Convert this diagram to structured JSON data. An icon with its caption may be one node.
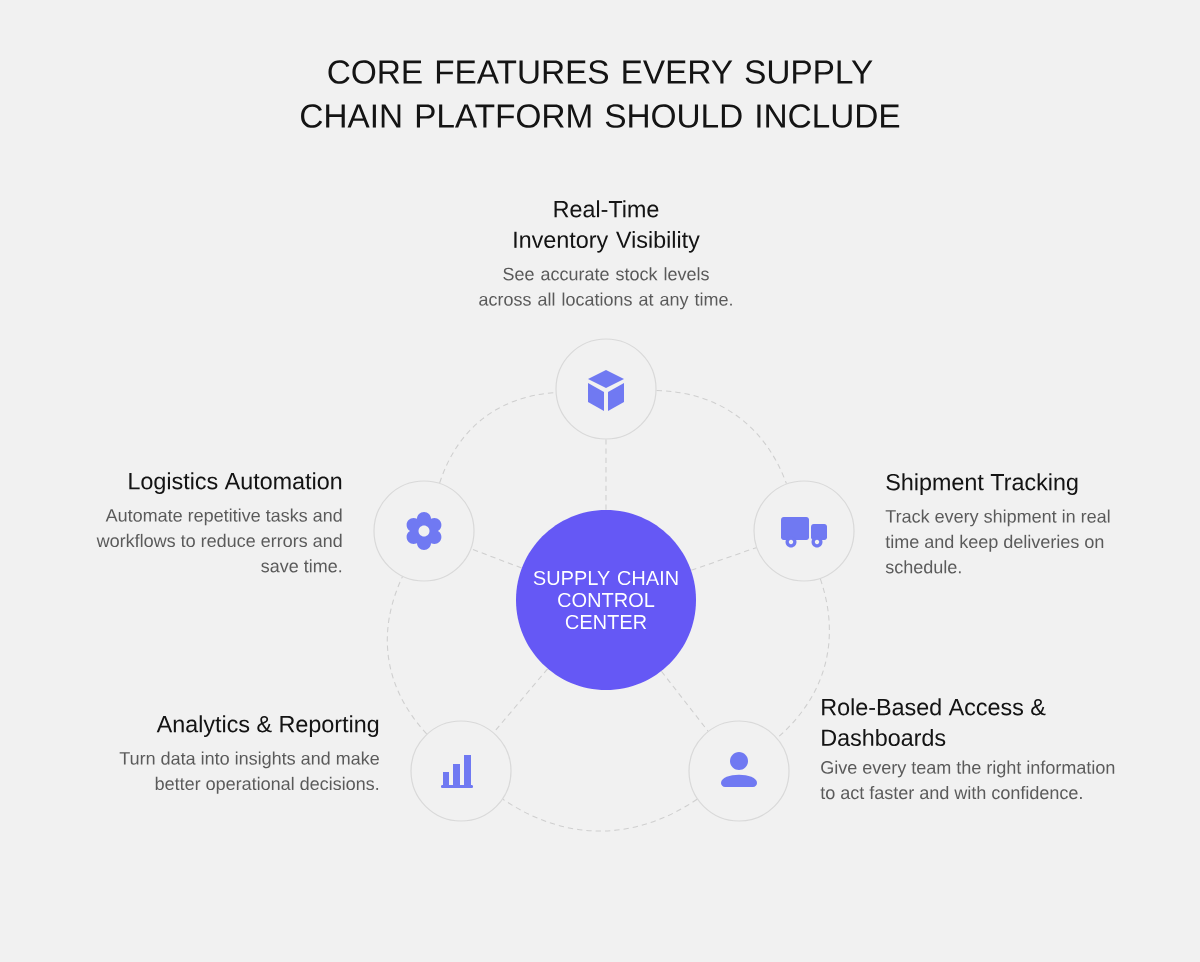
{
  "diagram": {
    "title": "CORE FEATURES EVERY SUPPLY CHAIN PLATFORM SHOULD INCLUDE",
    "nodes": [
      {
        "text": [
          "Real-Time Inventory Visibility",
          "See accurate stock levels across all locations at any time."
        ]
      },
      {
        "text": [
          "Logistics Automation",
          "Automate repetitive tasks and workflows to reduce errors and save time."
        ]
      },
      {
        "text": [
          "Shipment Tracking",
          "Track every shipment in real time and keep deliveries on schedule."
        ]
      },
      {
        "text": [
          "SUPPLY CHAIN CONTROL CENTER"
        ]
      },
      {
        "text": [
          "Analytics & Reporting",
          "Turn data into insights and make better operational decisions."
        ]
      },
      {
        "text": [
          "Role-Based Access & Dashboards",
          "Give every team the right information to act faster and with confidence."
        ]
      }
    ],
    "edges": [
      {
        "from": 3,
        "to": 0,
        "arrow": "none",
        "style": "dashed"
      },
      {
        "from": 3,
        "to": 1,
        "arrow": "none",
        "style": "dashed"
      },
      {
        "from": 3,
        "to": 2,
        "arrow": "none",
        "style": "dashed"
      },
      {
        "from": 3,
        "to": 4,
        "arrow": "none",
        "style": "dashed"
      },
      {
        "from": 3,
        "to": 5,
        "arrow": "none",
        "style": "dashed"
      },
      {
        "from": 0,
        "to": 2,
        "arrow": "none",
        "style": "dashed"
      },
      {
        "from": 2,
        "to": 5,
        "arrow": "none",
        "style": "dashed"
      },
      {
        "from": 5,
        "to": 4,
        "arrow": "none",
        "style": "dashed"
      },
      {
        "from": 4,
        "to": 1,
        "arrow": "none",
        "style": "dashed"
      },
      {
        "from": 1,
        "to": 0,
        "arrow": "none",
        "style": "dashed"
      }
    ]
  }
}
